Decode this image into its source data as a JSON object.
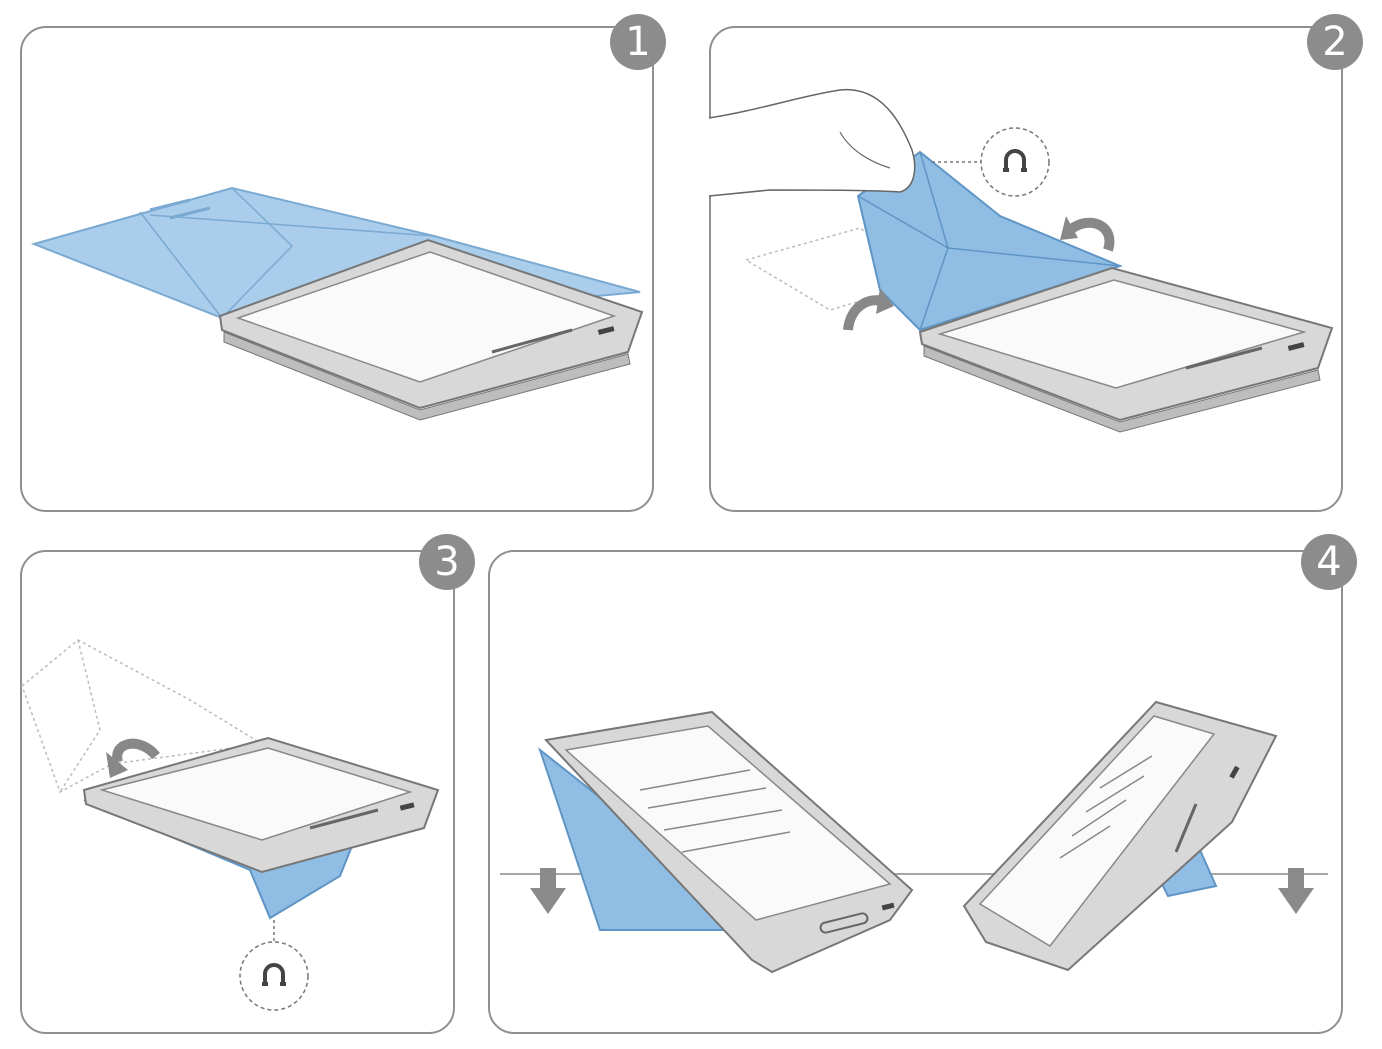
{
  "steps": [
    {
      "number": "1"
    },
    {
      "number": "2"
    },
    {
      "number": "3"
    },
    {
      "number": "4"
    }
  ],
  "icons": [
    "magnet-icon",
    "rotate-arrow-icon",
    "down-arrow-icon"
  ],
  "colors": {
    "cover_blue": "#8fbde3",
    "cover_blue_dark": "#6fa8d8",
    "device_gray": "#d6d6d6",
    "frame_gray": "#8f8f8f",
    "badge_gray": "#8c8c8c"
  }
}
